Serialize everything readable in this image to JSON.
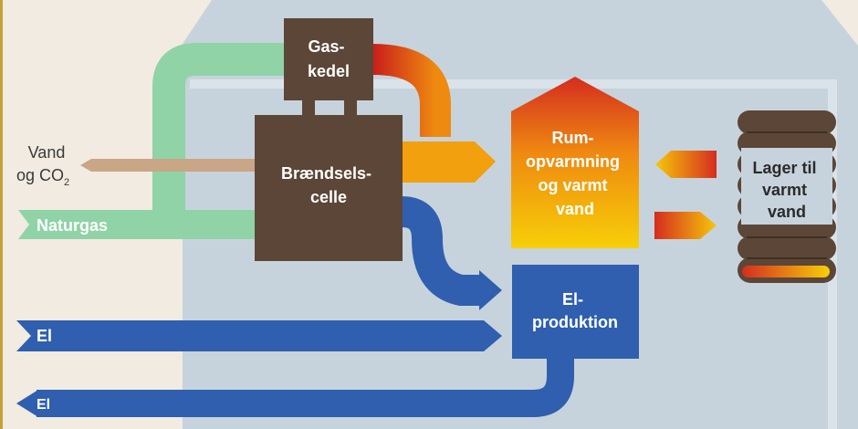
{
  "labels": {
    "gas_boiler": [
      "Gas-",
      "kedel"
    ],
    "fuel_cell": [
      "Brændsels-",
      "celle"
    ],
    "water_co2_line1": "Vand",
    "water_co2_line2": "og CO",
    "water_co2_sub": "2",
    "natural_gas": "Naturgas",
    "space_heating": [
      "Rum-",
      "opvarmning",
      "og varmt",
      "vand"
    ],
    "electricity_production": [
      "El-",
      "produktion"
    ],
    "storage": [
      "Lager til",
      "varmt",
      "vand"
    ],
    "el_upper": "El",
    "el_lower": "El"
  },
  "colors": {
    "background": "#f1ebe1",
    "house": "#c7d3dc",
    "house_line": "#dbe3ea",
    "brown": "#5b4637",
    "green": "#8fd3a6",
    "blue": "#2f5fae",
    "tan": "#c8a686",
    "heat_red": "#d42d1f",
    "heat_orange": "#ef8a10",
    "heat_yellow": "#f7cf08",
    "side_rule": "#c3a336"
  }
}
